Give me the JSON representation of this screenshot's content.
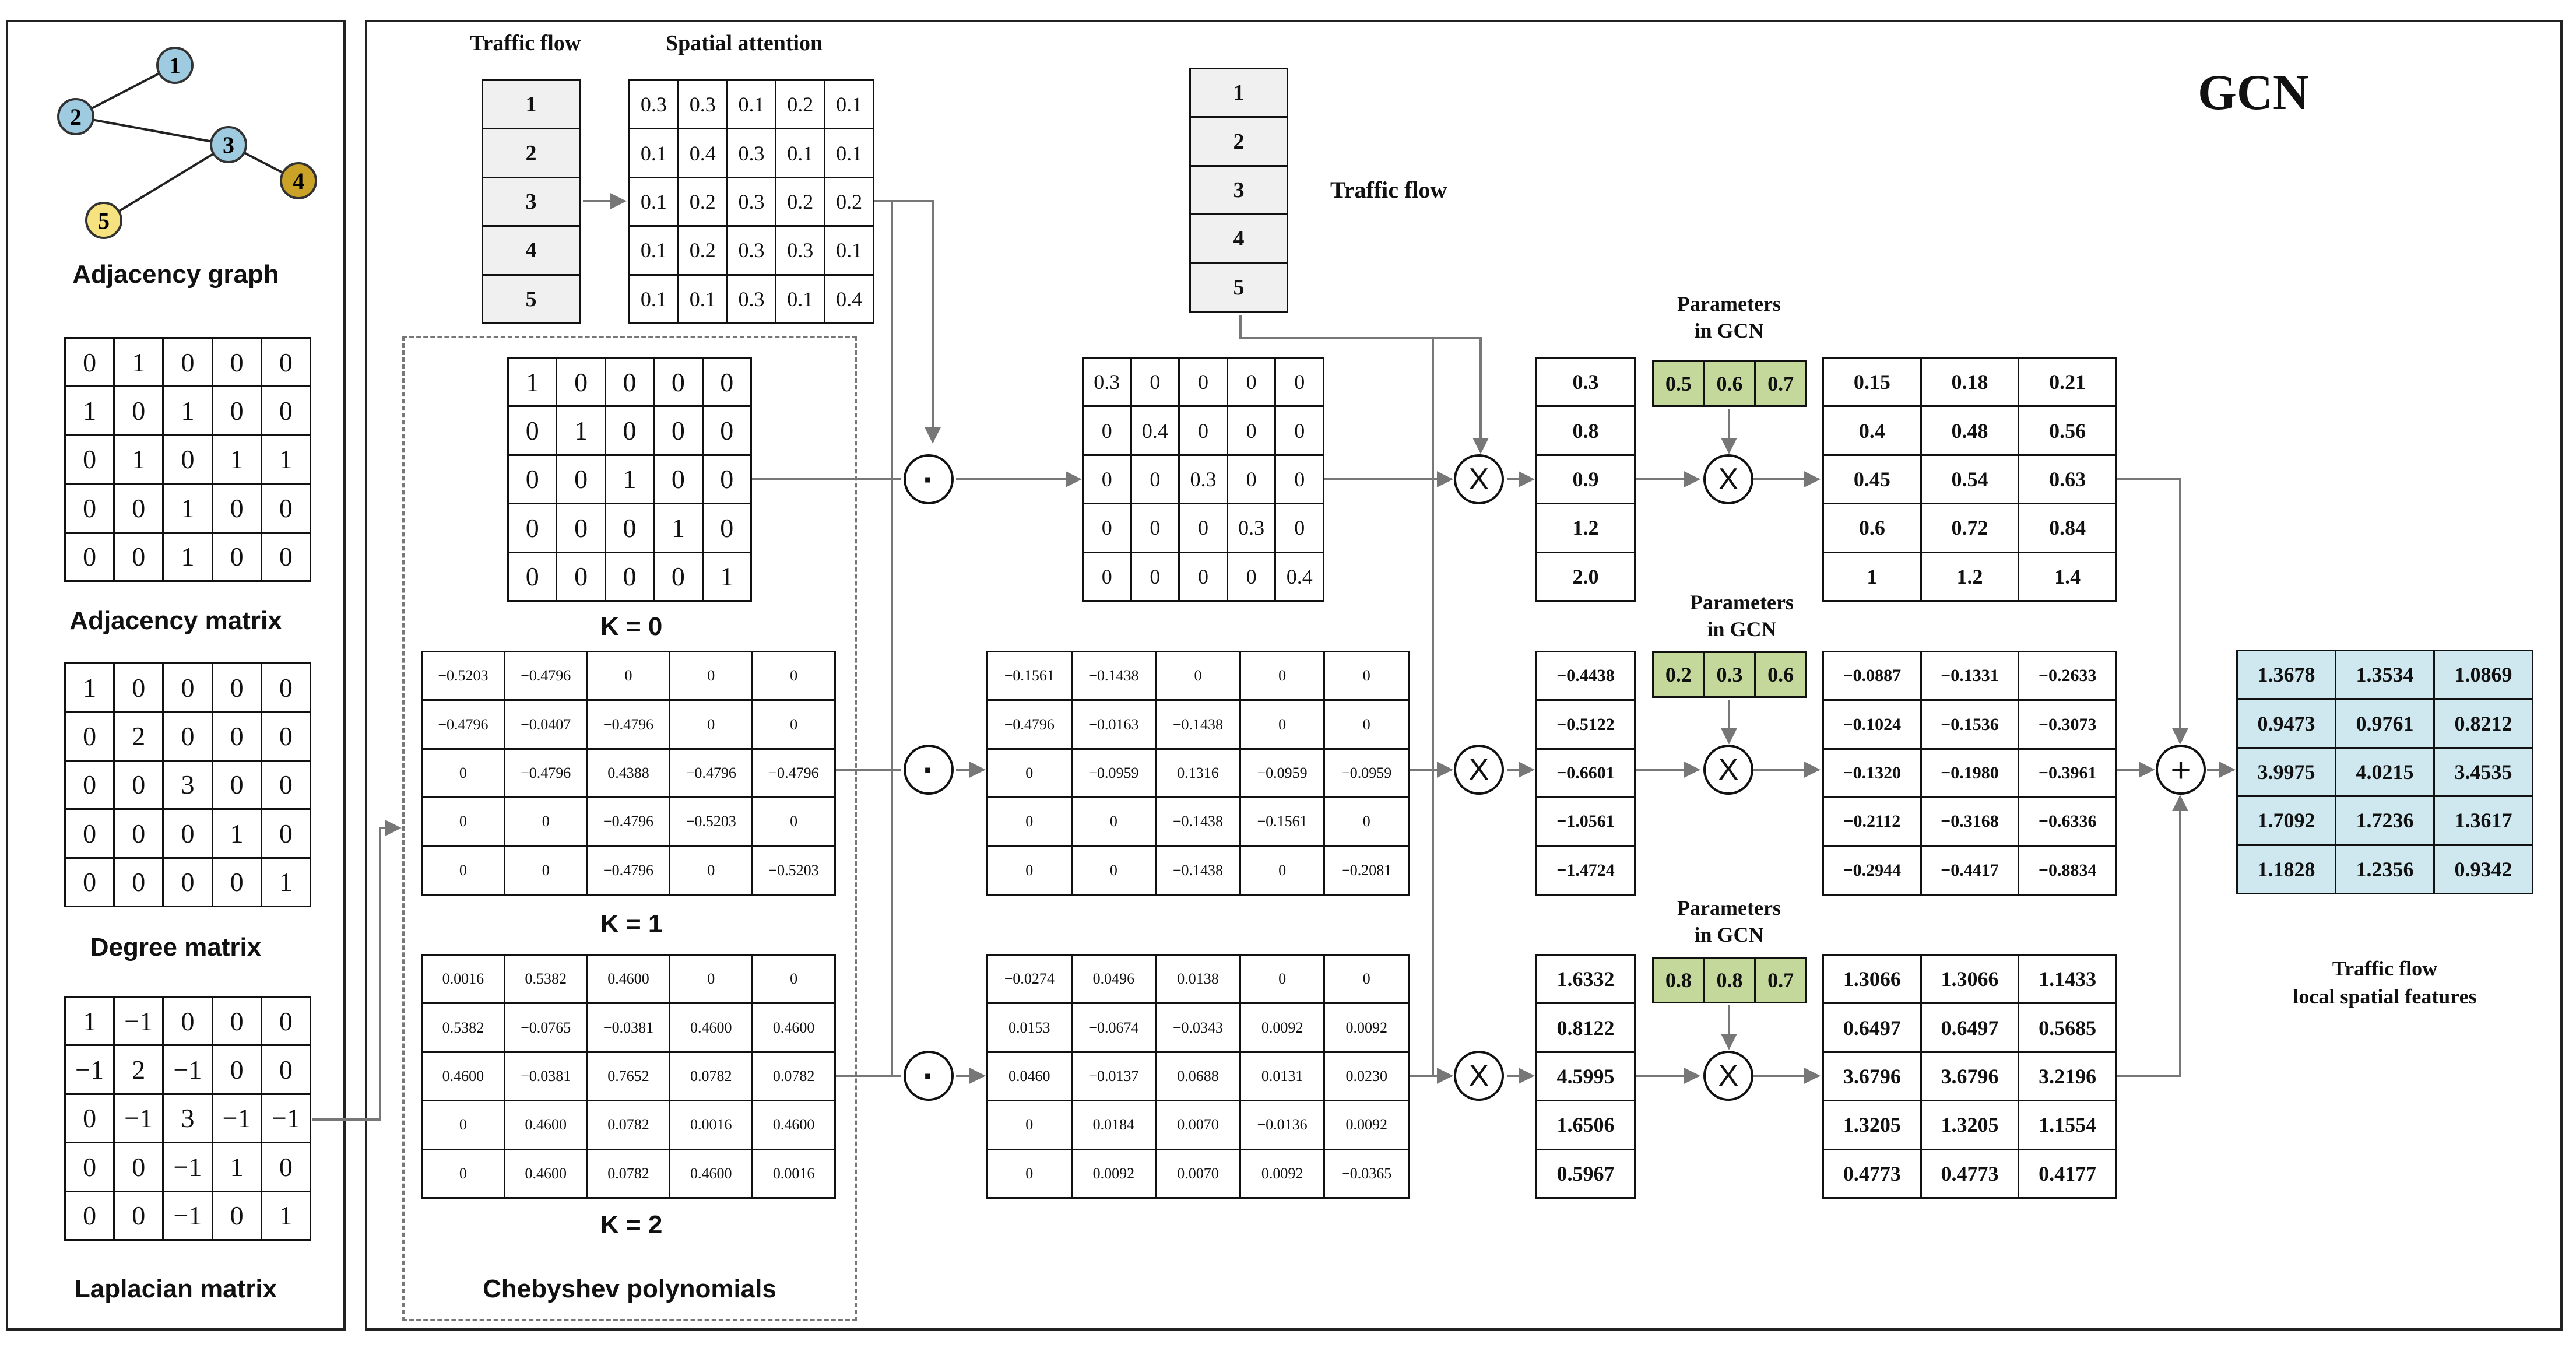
{
  "title": "GCN",
  "left_panel": {
    "graph_caption": "Adjacency graph",
    "nodes": [
      {
        "label": "1",
        "color": "#9fcbe0"
      },
      {
        "label": "2",
        "color": "#9fcbe0"
      },
      {
        "label": "3",
        "color": "#9fcbe0"
      },
      {
        "label": "4",
        "color": "#c9a227"
      },
      {
        "label": "5",
        "color": "#f6e27f"
      }
    ],
    "adjacency_caption": "Adjacency matrix",
    "adjacency": [
      [
        "0",
        "1",
        "0",
        "0",
        "0"
      ],
      [
        "1",
        "0",
        "1",
        "0",
        "0"
      ],
      [
        "0",
        "1",
        "0",
        "1",
        "1"
      ],
      [
        "0",
        "0",
        "1",
        "0",
        "0"
      ],
      [
        "0",
        "0",
        "1",
        "0",
        "0"
      ]
    ],
    "degree_caption": "Degree matrix",
    "degree": [
      [
        "1",
        "0",
        "0",
        "0",
        "0"
      ],
      [
        "0",
        "2",
        "0",
        "0",
        "0"
      ],
      [
        "0",
        "0",
        "3",
        "0",
        "0"
      ],
      [
        "0",
        "0",
        "0",
        "1",
        "0"
      ],
      [
        "0",
        "0",
        "0",
        "0",
        "1"
      ]
    ],
    "laplacian_caption": "Laplacian matrix",
    "laplacian": [
      [
        "1",
        "−1",
        "0",
        "0",
        "0"
      ],
      [
        "−1",
        "2",
        "−1",
        "0",
        "0"
      ],
      [
        "0",
        "−1",
        "3",
        "−1",
        "−1"
      ],
      [
        "0",
        "0",
        "−1",
        "1",
        "0"
      ],
      [
        "0",
        "0",
        "−1",
        "0",
        "1"
      ]
    ]
  },
  "traffic_flow_label": "Traffic flow",
  "traffic_flow": [
    "1",
    "2",
    "3",
    "4",
    "5"
  ],
  "spatial_attention_label": "Spatial attention",
  "spatial_attention": [
    [
      "0.3",
      "0.3",
      "0.1",
      "0.2",
      "0.1"
    ],
    [
      "0.1",
      "0.4",
      "0.3",
      "0.1",
      "0.1"
    ],
    [
      "0.1",
      "0.2",
      "0.3",
      "0.2",
      "0.2"
    ],
    [
      "0.1",
      "0.2",
      "0.3",
      "0.3",
      "0.1"
    ],
    [
      "0.1",
      "0.1",
      "0.3",
      "0.1",
      "0.4"
    ]
  ],
  "traffic_flow_2_label": "Traffic flow",
  "traffic_flow_2": [
    "1",
    "2",
    "3",
    "4",
    "5"
  ],
  "chebyshev_caption": "Chebyshev polynomials",
  "k0_label": "K = 0",
  "k1_label": "K = 1",
  "k2_label": "K = 2",
  "t0": [
    [
      "1",
      "0",
      "0",
      "0",
      "0"
    ],
    [
      "0",
      "1",
      "0",
      "0",
      "0"
    ],
    [
      "0",
      "0",
      "1",
      "0",
      "0"
    ],
    [
      "0",
      "0",
      "0",
      "1",
      "0"
    ],
    [
      "0",
      "0",
      "0",
      "0",
      "1"
    ]
  ],
  "t1": [
    [
      "−0.5203",
      "−0.4796",
      "0",
      "0",
      "0"
    ],
    [
      "−0.4796",
      "−0.0407",
      "−0.4796",
      "0",
      "0"
    ],
    [
      "0",
      "−0.4796",
      "0.4388",
      "−0.4796",
      "−0.4796"
    ],
    [
      "0",
      "0",
      "−0.4796",
      "−0.5203",
      "0"
    ],
    [
      "0",
      "0",
      "−0.4796",
      "0",
      "−0.5203"
    ]
  ],
  "t2": [
    [
      "0.0016",
      "0.5382",
      "0.4600",
      "0",
      "0"
    ],
    [
      "0.5382",
      "−0.0765",
      "−0.0381",
      "0.4600",
      "0.4600"
    ],
    [
      "0.4600",
      "−0.0381",
      "0.7652",
      "0.0782",
      "0.0782"
    ],
    [
      "0",
      "0.4600",
      "0.0782",
      "0.0016",
      "0.4600"
    ],
    [
      "0",
      "0.4600",
      "0.0782",
      "0.4600",
      "0.0016"
    ]
  ],
  "r0": [
    [
      "0.3",
      "0",
      "0",
      "0",
      "0"
    ],
    [
      "0",
      "0.4",
      "0",
      "0",
      "0"
    ],
    [
      "0",
      "0",
      "0.3",
      "0",
      "0"
    ],
    [
      "0",
      "0",
      "0",
      "0.3",
      "0"
    ],
    [
      "0",
      "0",
      "0",
      "0",
      "0.4"
    ]
  ],
  "r1": [
    [
      "−0.1561",
      "−0.1438",
      "0",
      "0",
      "0"
    ],
    [
      "−0.4796",
      "−0.0163",
      "−0.1438",
      "0",
      "0"
    ],
    [
      "0",
      "−0.0959",
      "0.1316",
      "−0.0959",
      "−0.0959"
    ],
    [
      "0",
      "0",
      "−0.1438",
      "−0.1561",
      "0"
    ],
    [
      "0",
      "0",
      "−0.1438",
      "0",
      "−0.2081"
    ]
  ],
  "r2": [
    [
      "−0.0274",
      "0.0496",
      "0.0138",
      "0",
      "0"
    ],
    [
      "0.0153",
      "−0.0674",
      "−0.0343",
      "0.0092",
      "0.0092"
    ],
    [
      "0.0460",
      "−0.0137",
      "0.0688",
      "0.0131",
      "0.0230"
    ],
    [
      "0",
      "0.0184",
      "0.0070",
      "−0.0136",
      "0.0092"
    ],
    [
      "0",
      "0.0092",
      "0.0070",
      "0.0092",
      "−0.0365"
    ]
  ],
  "v0": [
    "0.3",
    "0.8",
    "0.9",
    "1.2",
    "2.0"
  ],
  "v1": [
    "−0.4438",
    "−0.5122",
    "−0.6601",
    "−1.0561",
    "−1.4724"
  ],
  "v2": [
    "1.6332",
    "0.8122",
    "4.5995",
    "1.6506",
    "0.5967"
  ],
  "params_label_1": "Parameters",
  "params_label_2": "in GCN",
  "p0": [
    "0.5",
    "0.6",
    "0.7"
  ],
  "p1": [
    "0.2",
    "0.3",
    "0.6"
  ],
  "p2": [
    "0.8",
    "0.8",
    "0.7"
  ],
  "o0": [
    [
      "0.15",
      "0.18",
      "0.21"
    ],
    [
      "0.4",
      "0.48",
      "0.56"
    ],
    [
      "0.45",
      "0.54",
      "0.63"
    ],
    [
      "0.6",
      "0.72",
      "0.84"
    ],
    [
      "1",
      "1.2",
      "1.4"
    ]
  ],
  "o1": [
    [
      "−0.0887",
      "−0.1331",
      "−0.2633"
    ],
    [
      "−0.1024",
      "−0.1536",
      "−0.3073"
    ],
    [
      "−0.1320",
      "−0.1980",
      "−0.3961"
    ],
    [
      "−0.2112",
      "−0.3168",
      "−0.6336"
    ],
    [
      "−0.2944",
      "−0.4417",
      "−0.8834"
    ]
  ],
  "o2": [
    [
      "1.3066",
      "1.3066",
      "1.1433"
    ],
    [
      "0.6497",
      "0.6497",
      "0.5685"
    ],
    [
      "3.6796",
      "3.6796",
      "3.2196"
    ],
    [
      "1.3205",
      "1.3205",
      "1.1554"
    ],
    [
      "0.4773",
      "0.4773",
      "0.4177"
    ]
  ],
  "result": [
    [
      "1.3678",
      "1.3534",
      "1.0869"
    ],
    [
      "0.9473",
      "0.9761",
      "0.8212"
    ],
    [
      "3.9975",
      "4.0215",
      "3.4535"
    ],
    [
      "1.7092",
      "1.7236",
      "1.3617"
    ],
    [
      "1.1828",
      "1.2356",
      "0.9342"
    ]
  ],
  "result_label_1": "Traffic flow",
  "result_label_2": "local spatial features",
  "ops": {
    "hadamard": "·",
    "matmul": "X",
    "sum": "+"
  },
  "colors": {
    "param_fill": "#c5d89b",
    "result_fill": "#cfe7ef",
    "tf_fill": "#f0f0f0"
  }
}
